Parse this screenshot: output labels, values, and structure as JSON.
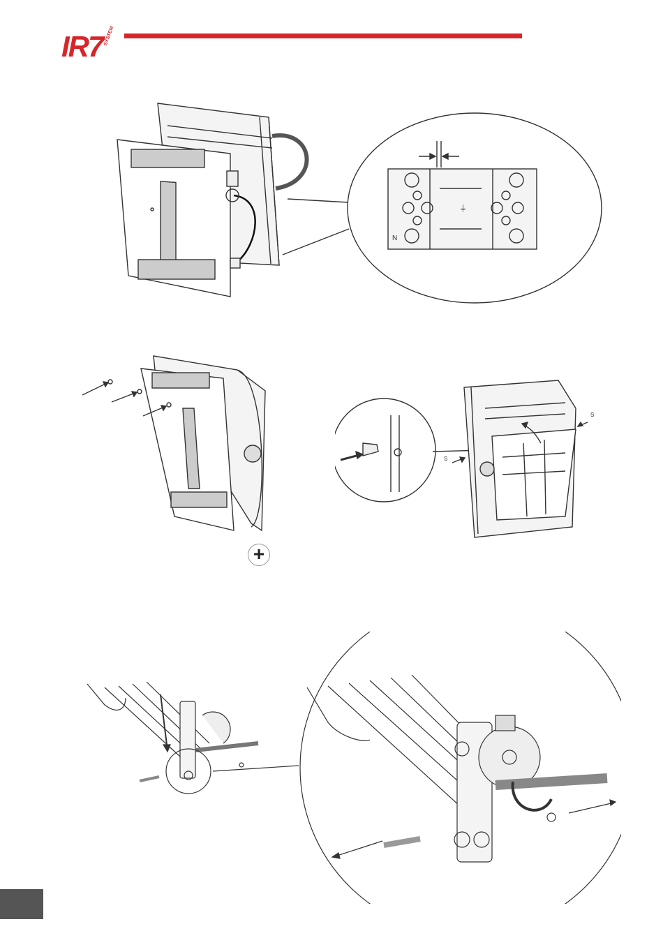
{
  "brand": {
    "logo_text": "IR7",
    "logo_subtext": "SYSTEM",
    "accent_color": "#d7262a"
  },
  "page": {
    "number": ""
  },
  "figures": {
    "terminal_labels": [
      "N",
      "⏚"
    ],
    "screw_label_left": "S",
    "screw_label_right": "S",
    "plus_symbol": "+"
  }
}
